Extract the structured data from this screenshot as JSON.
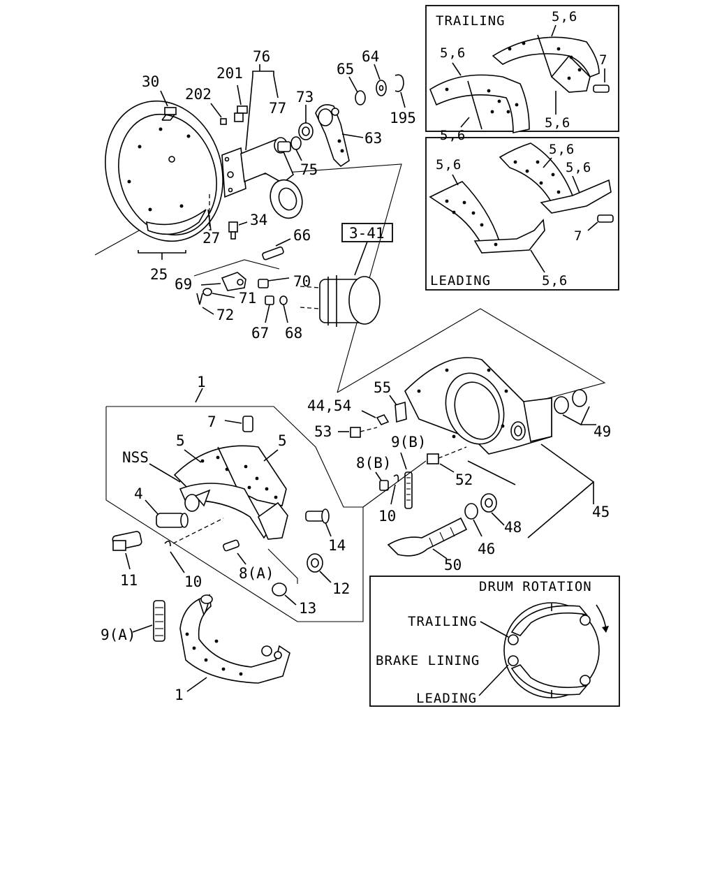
{
  "labels": {
    "l30": "30",
    "l202": "202",
    "l201": "201",
    "l76": "76",
    "l77": "77",
    "l73": "73",
    "l65": "65",
    "l64": "64",
    "l195": "195",
    "l63": "63",
    "l75": "75",
    "l34": "34",
    "l27": "27",
    "l25": "25",
    "l66": "66",
    "l70": "70",
    "l69": "69",
    "l71": "71",
    "l72": "72",
    "l67": "67",
    "l68": "68",
    "ref341": "3-41",
    "l1top": "1",
    "l55": "55",
    "l4454": "44,54",
    "l53": "53",
    "l9b": "9(B)",
    "l8b": "8(B)",
    "l10b": "10",
    "l52": "52",
    "l49": "49",
    "l48": "48",
    "l45": "45",
    "l46": "46",
    "l50": "50",
    "l7": "7",
    "l5a": "5",
    "l5b": "5",
    "lnss": "NSS",
    "l4": "4",
    "l11": "11",
    "l10a": "10",
    "l8a": "8(A)",
    "l14": "14",
    "l12": "12",
    "l13": "13",
    "l9a": "9(A)",
    "l1bot": "1"
  },
  "trailing_inset": {
    "title": "TRAILING",
    "l56a": "5,6",
    "l56b": "5,6",
    "l7": "7",
    "l56c": "5,6",
    "l56d": "5,6"
  },
  "leading_inset": {
    "title": "LEADING",
    "l56a": "5,6",
    "l56b": "5,6",
    "l56c": "5,6",
    "l7": "7",
    "l56d": "5,6"
  },
  "rotation_inset": {
    "title": "DRUM ROTATION",
    "trailing": "TRAILING",
    "brake_lining": "BRAKE LINING",
    "leading": "LEADING"
  }
}
